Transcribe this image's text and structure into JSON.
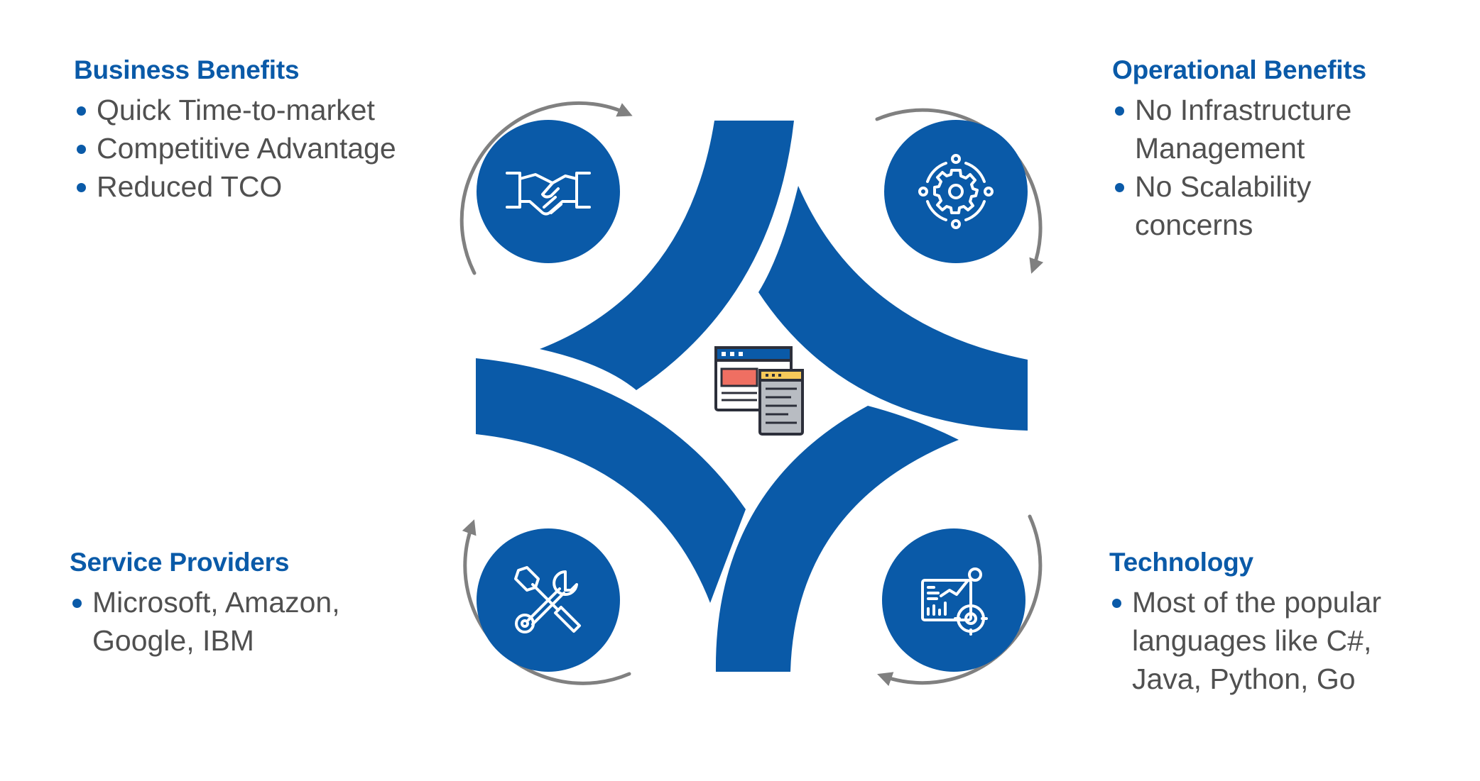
{
  "colors": {
    "primary_blue": "#0a5aa8",
    "arrow_gray": "#808080",
    "text_gray": "#505050",
    "icon_red": "#ef6f62",
    "icon_yellow": "#f7c95a",
    "icon_gray": "#b8bcc2",
    "icon_dark": "#2c2f3a"
  },
  "business": {
    "title": "Business Benefits",
    "items": [
      "Quick Time-to-market",
      "Competitive Advantage",
      "Reduced TCO"
    ],
    "icon": "handshake-icon"
  },
  "operational": {
    "title": "Operational Benefits",
    "items": [
      "No Infrastructure Management",
      "No Scalability concerns"
    ],
    "icon": "gear-cycle-icon"
  },
  "service": {
    "title": "Service Providers",
    "items": [
      "Microsoft,  Amazon, Google, IBM"
    ],
    "icon": "wrench-screwdriver-icon"
  },
  "technology": {
    "title": "Technology",
    "items": [
      "Most of the popular languages like C#, Java, Python, Go"
    ],
    "icon": "analytics-icon"
  },
  "center": {
    "icon": "web-windows-icon"
  }
}
